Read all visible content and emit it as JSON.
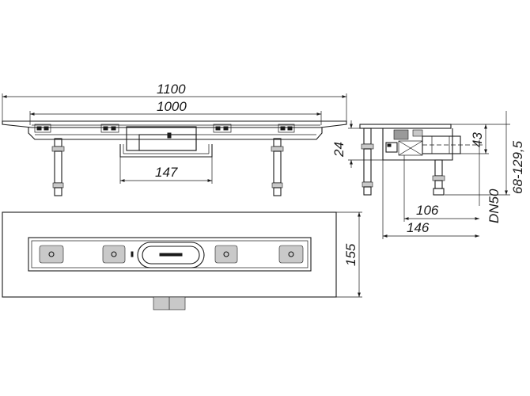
{
  "dimensions": {
    "overall_length": "1100",
    "inner_length": "1000",
    "outlet_width": "147",
    "depth_24": "24",
    "height_43": "43",
    "height_range": "68-129,5",
    "pipe_size": "DN50",
    "outlet_offset_106": "106",
    "outlet_offset_146": "146",
    "width_155": "155"
  }
}
